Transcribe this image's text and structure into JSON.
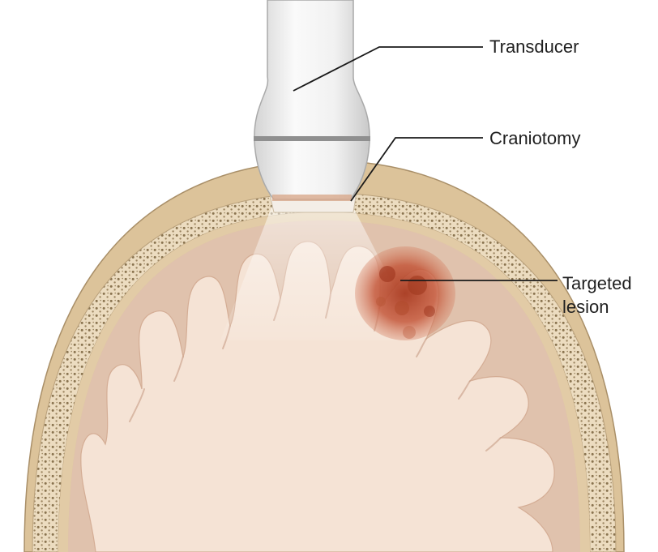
{
  "labels": {
    "transducer": "Transducer",
    "craniotomy": "Craniotomy",
    "lesion_line1": "Targeted",
    "lesion_line2": "lesion"
  },
  "colors": {
    "skull": "#dcc39a",
    "diploe_dots": "#8a7450",
    "brain_gray": "#e0c2ad",
    "brain_white": "#f5e3d5",
    "lesion": "#b5482e",
    "transducer": "#eeeeee",
    "leader_line": "#1a1a1a"
  }
}
